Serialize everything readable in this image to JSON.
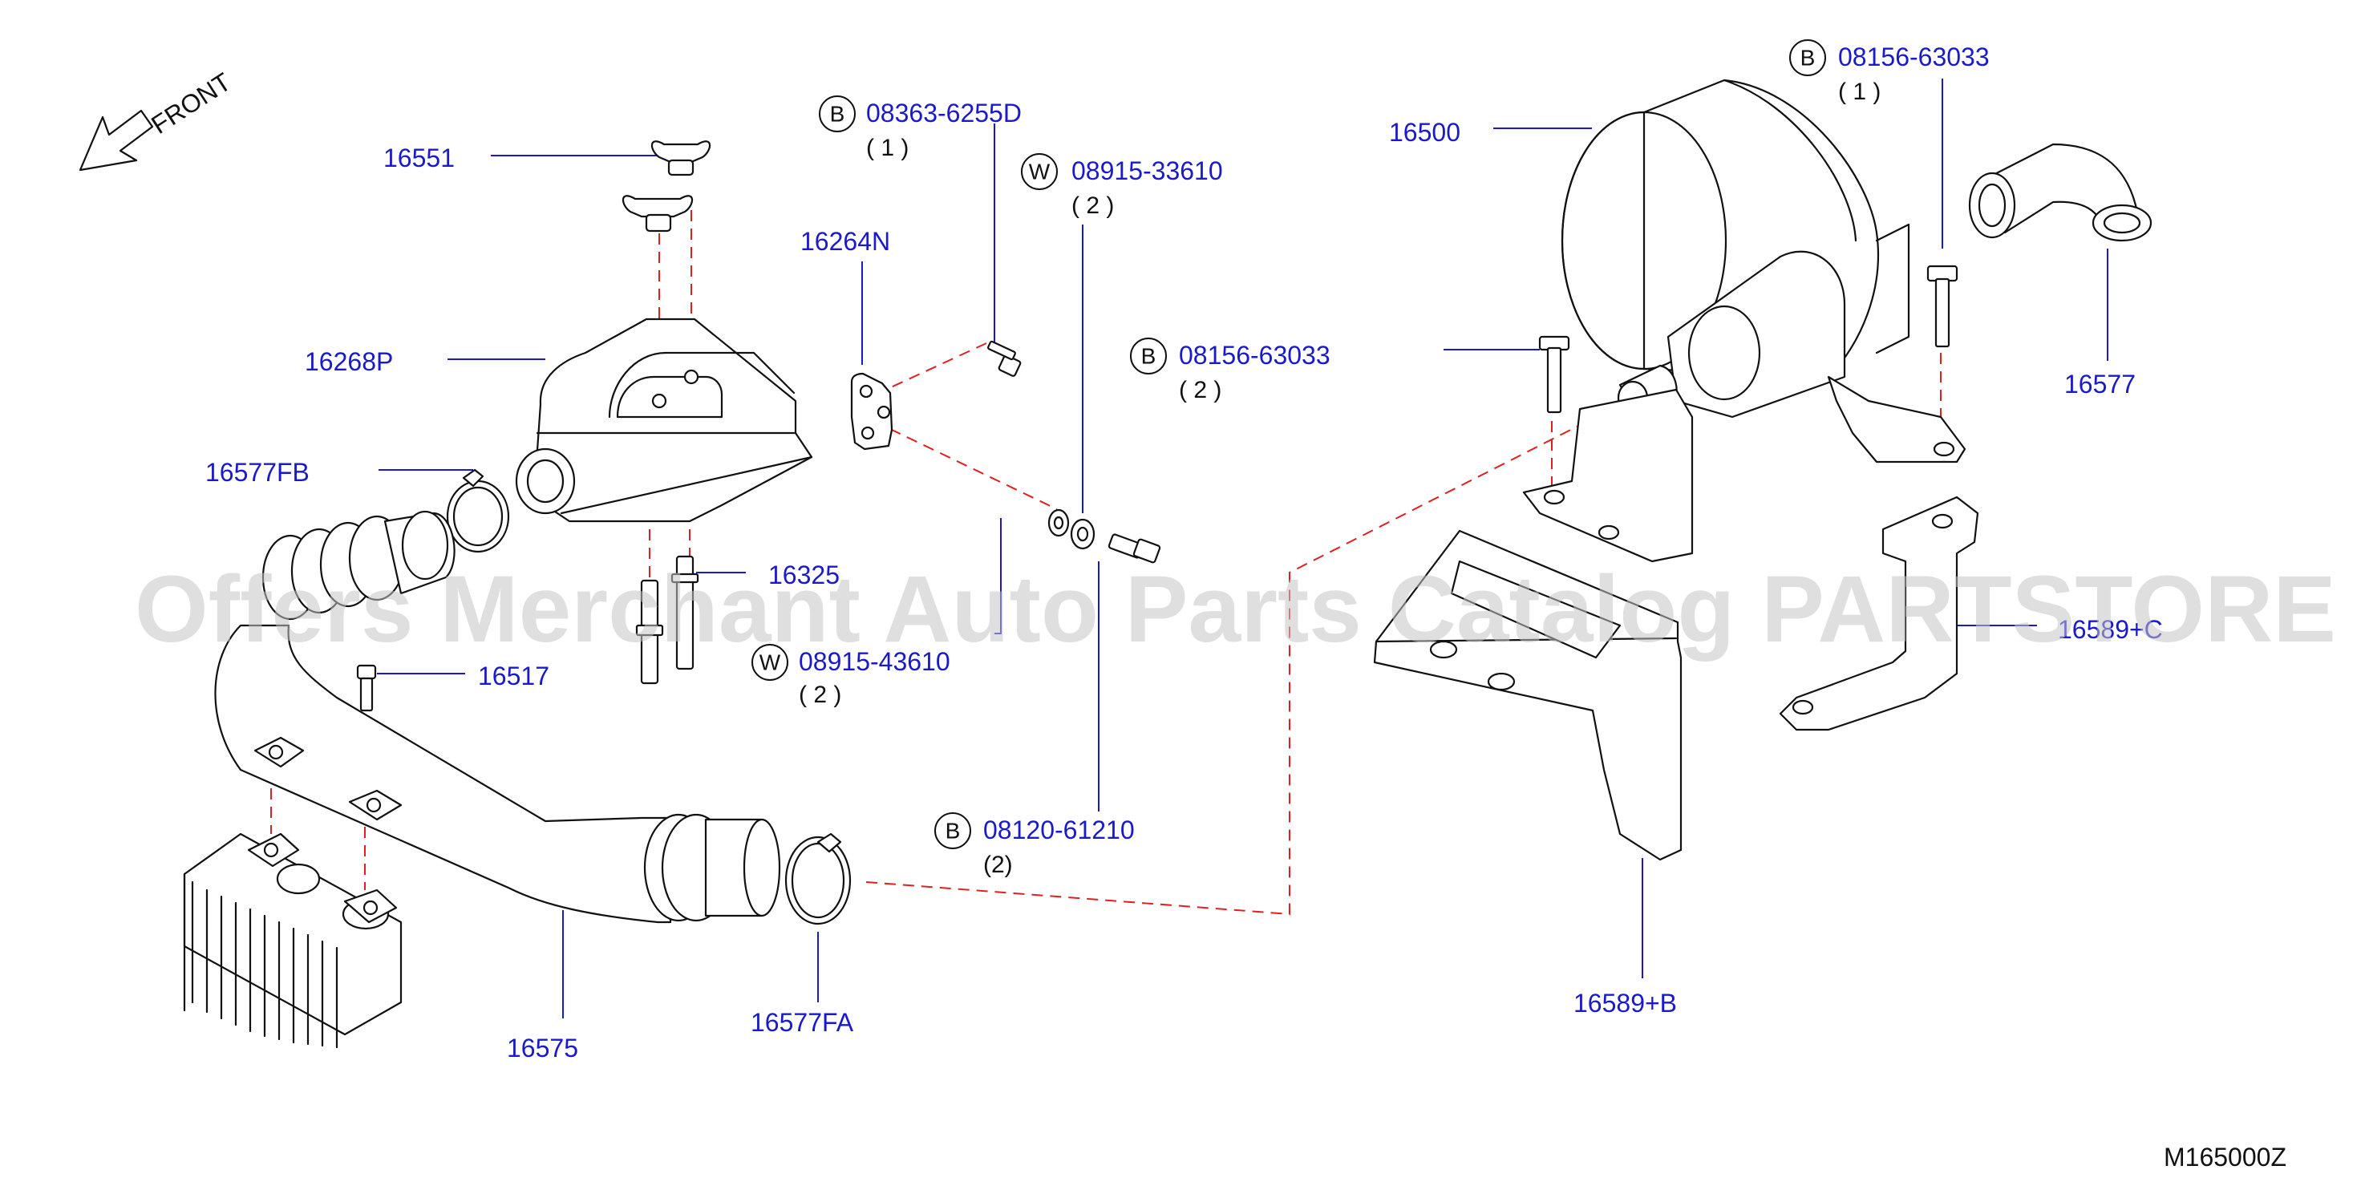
{
  "front_label": "FRONT",
  "diagram_code": "M165000Z",
  "watermark": "Offers Merchant Auto Parts Catalog PARTSTORE SA",
  "parts": {
    "p16551": "16551",
    "p16268P": "16268P",
    "p16577FB": "16577FB",
    "p16325": "16325",
    "p16517": "16517",
    "p16575": "16575",
    "p16577FA": "16577FA",
    "p16264N": "16264N",
    "p16500": "16500",
    "p16577": "16577",
    "p16589C": "16589+C",
    "p16589B": "16589+B"
  },
  "fasteners": {
    "f1": {
      "prefix": "B",
      "number": "08363-6255D",
      "qty": "( 1 )"
    },
    "f2": {
      "prefix": "W",
      "number": "08915-33610",
      "qty": "( 2 )"
    },
    "f3": {
      "prefix": "B",
      "number": "08156-63033",
      "qty": "( 2 )"
    },
    "f4": {
      "prefix": "W",
      "number": "08915-43610",
      "qty": "( 2 )"
    },
    "f5": {
      "prefix": "B",
      "number": "08120-61210",
      "qty": "(2)"
    },
    "f6": {
      "prefix": "B",
      "number": "08156-63033",
      "qty": "( 1 )"
    }
  }
}
